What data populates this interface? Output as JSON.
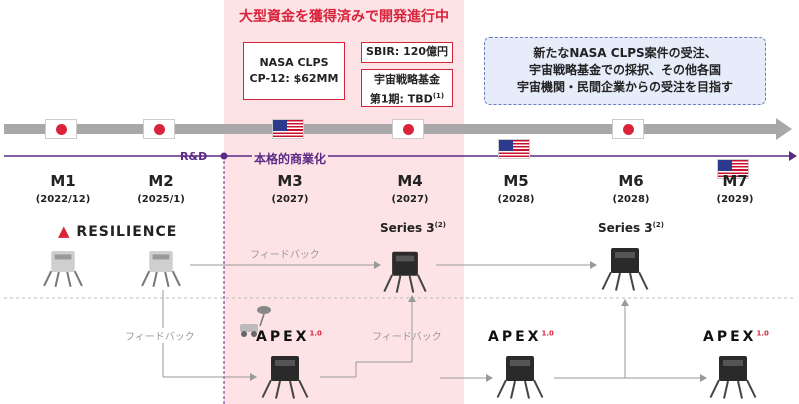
{
  "band_title": "大型資金を獲得済みで開発進行中",
  "box_nasa": {
    "line1": "NASA CLPS",
    "line2": "CP-12: $62MM"
  },
  "box_sbir": {
    "text": "SBIR: 120億円"
  },
  "box_fund": {
    "line1": "宇宙戦略基金",
    "line2": "第1期: TBD",
    "note": "(1)"
  },
  "callout": {
    "line1": "新たなNASA CLPS案件の受注、",
    "line2": "宇宙戦略基金での採択、その他各国",
    "line3": "宇宙機関・民間企業からの受注を目指す"
  },
  "rd_label": "R&D",
  "commercial_label": "本格的商業化",
  "flags": [
    "jp",
    "jp",
    "us",
    "jp",
    "us",
    "jp",
    "us"
  ],
  "phases": [
    {
      "name": "M1",
      "date": "(2022/12)"
    },
    {
      "name": "M2",
      "date": "(2025/1)"
    },
    {
      "name": "M3",
      "date": "(2027)"
    },
    {
      "name": "M4",
      "date": "(2027)"
    },
    {
      "name": "M5",
      "date": "(2028)"
    },
    {
      "name": "M6",
      "date": "(2028)"
    },
    {
      "name": "M7",
      "date": "(2029)"
    }
  ],
  "resilience_logo": "RESILIENCE",
  "series_m4": {
    "text": "Series 3",
    "note": "(2)"
  },
  "series_m6": {
    "text": "Series 3",
    "note": "(2)"
  },
  "feedback_top": "フィードバック",
  "feedback_left": "フィードバック",
  "feedback_mid": "フィードバック",
  "apex_label": "APEX",
  "apex_version": "1.0",
  "colors": {
    "accent_red": "#d9233b",
    "purple": "#5b2a86",
    "band": "#fde3e6"
  }
}
